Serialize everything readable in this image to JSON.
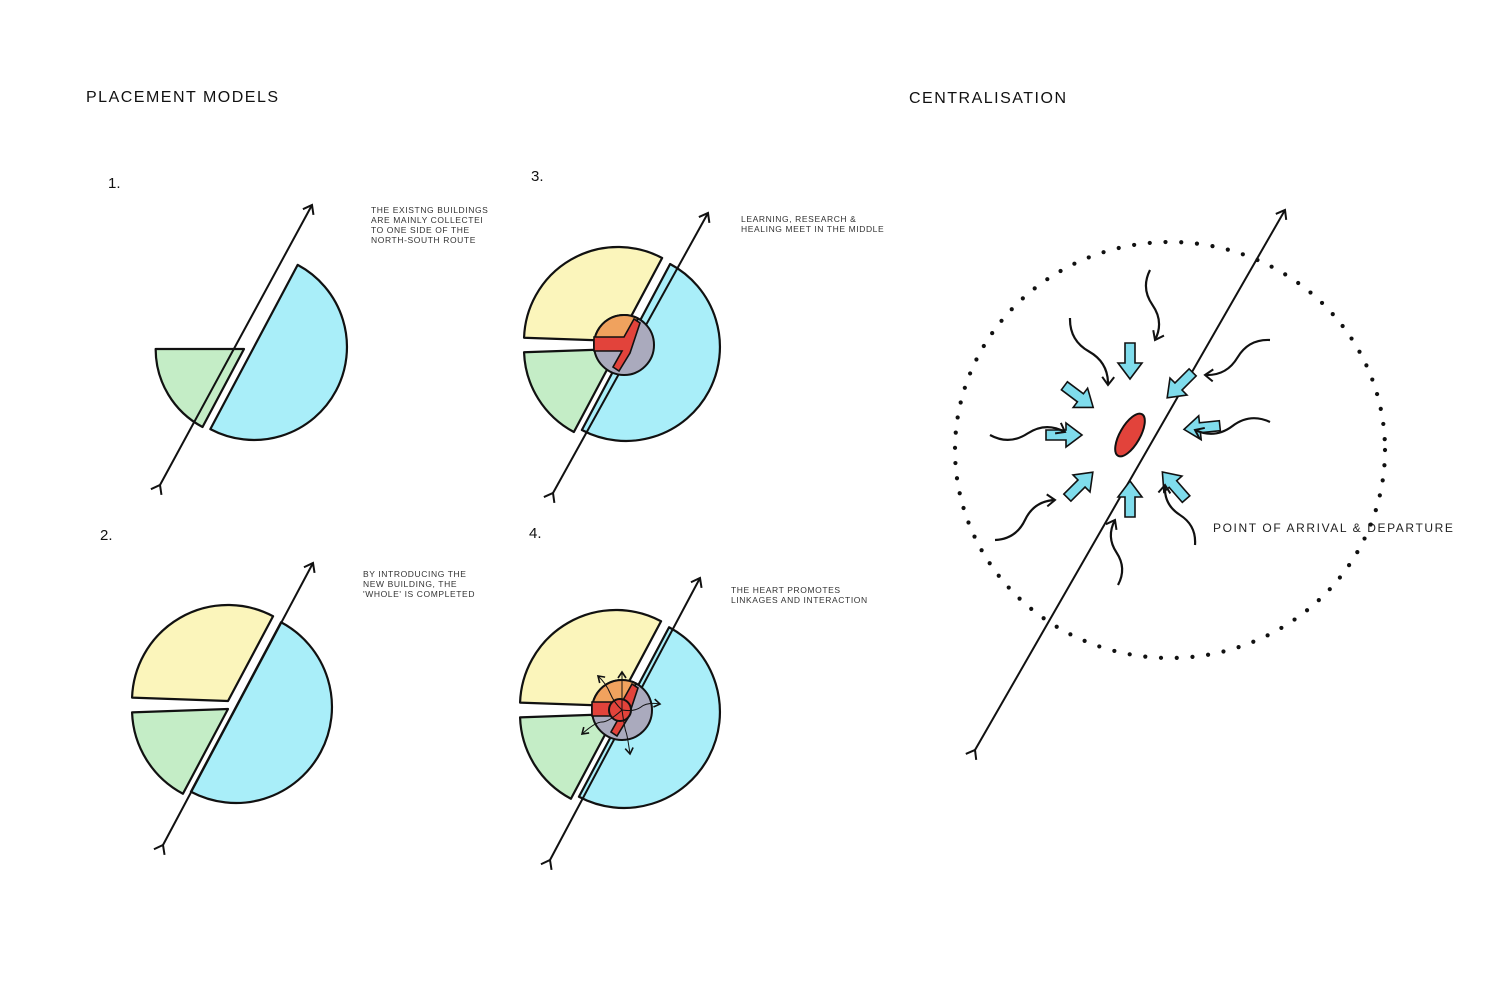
{
  "headings": {
    "placement": "PLACEMENT MODELS",
    "centralisation": "CENTRALISATION"
  },
  "models": [
    {
      "number": "1.",
      "note": "THE EXISTNG BUILDINGS\nARE MAINLY COLLECTEI\nTO ONE SIDE OF THE\nNORTH-SOUTH ROUTE"
    },
    {
      "number": "2.",
      "note": "BY INTRODUCING THE\nNEW BUILDING, THE\n'WHOLE' IS COMPLETED"
    },
    {
      "number": "3.",
      "note": "LEARNING, RESEARCH &\nHEALING MEET IN THE MIDDLE"
    },
    {
      "number": "4.",
      "note": "THE HEART PROMOTES\nLINKAGES AND INTERACTION"
    }
  ],
  "centralisation_label": "POINT OF ARRIVAL & DEPARTURE",
  "colors": {
    "blue": "#a9eef9",
    "yellow": "#fbf5bb",
    "green": "#c4edc6",
    "orange": "#f0a25e",
    "red": "#e2433b",
    "grey": "#aaaabd",
    "cyan": "#7fdcec"
  }
}
